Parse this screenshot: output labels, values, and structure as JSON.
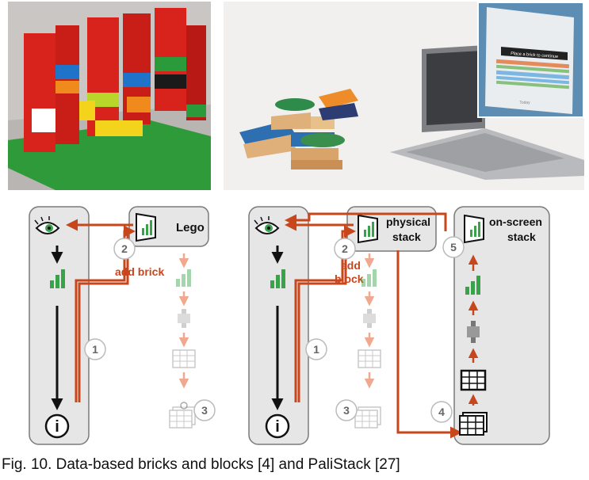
{
  "photos": {
    "lego": {
      "alt": ""
    },
    "stack": {
      "alt": ""
    },
    "inset": {
      "screen_text": "Place a brick to continue",
      "footer_text": "Today"
    }
  },
  "diagram_left": {
    "box_label": "Lego",
    "action_label": "add brick",
    "badges": [
      "1",
      "2",
      "3"
    ],
    "info_glyph": "i"
  },
  "diagram_right": {
    "physical_label_line1": "physical",
    "physical_label_line2": "stack",
    "onscreen_label_line1": "on-screen",
    "onscreen_label_line2": "stack",
    "action_label_line1": "add",
    "action_label_line2": "block",
    "badges": [
      "1",
      "2",
      "3",
      "4",
      "5"
    ],
    "info_glyph": "i"
  },
  "colors": {
    "arrow": "#c8461b",
    "panel_bg": "#e6e6e6",
    "panel_stroke": "#7a7a7a",
    "green": "#3aa34a",
    "eye_iris": "#3aa34a"
  },
  "caption": "Fig. 10. Data-based bricks and blocks [4] and PaliStack [27]"
}
